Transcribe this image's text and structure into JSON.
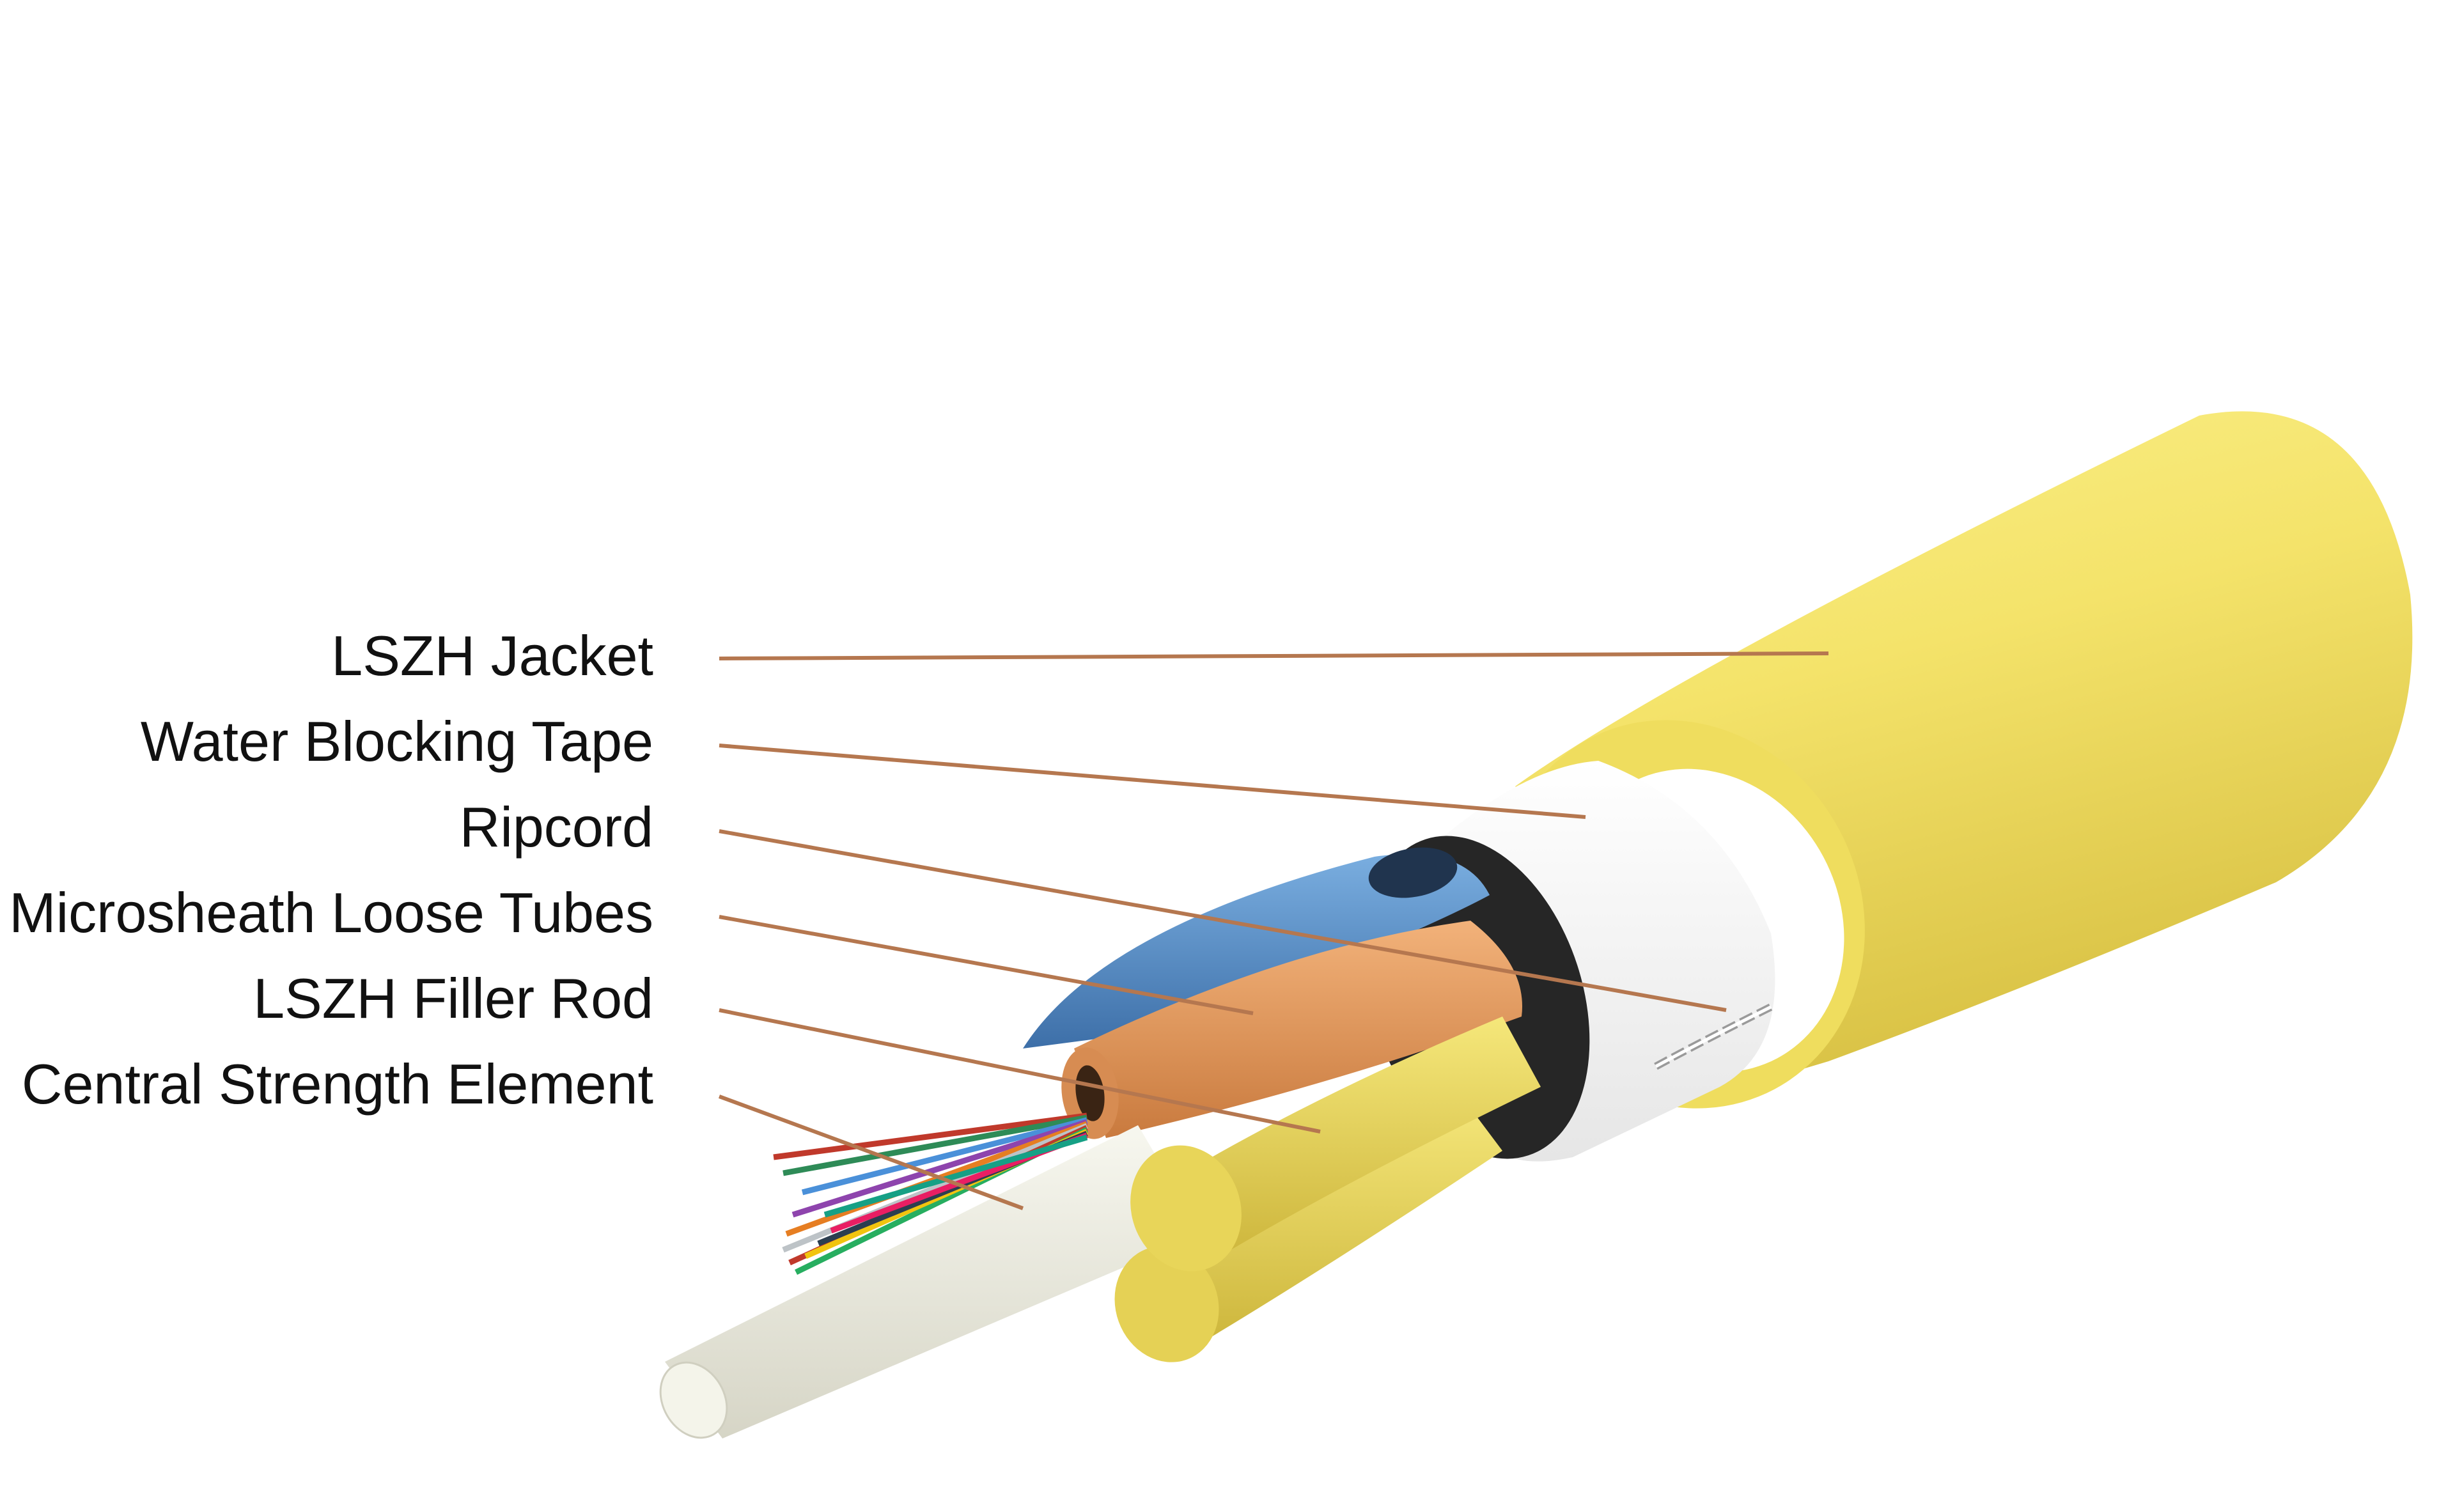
{
  "diagram": {
    "subject": "fiber optic cable cross-section cutaway",
    "leader_color": "#b5774f",
    "labels": [
      {
        "id": "lszh-jacket",
        "text": "LSZH Jacket"
      },
      {
        "id": "water-blocking-tape",
        "text": "Water Blocking Tape"
      },
      {
        "id": "ripcord",
        "text": "Ripcord"
      },
      {
        "id": "microsheath-loose-tubes",
        "text": "Microsheath Loose Tubes"
      },
      {
        "id": "lszh-filler-rod",
        "text": "LSZH Filler Rod"
      },
      {
        "id": "central-strength-element",
        "text": "Central Strength Element"
      }
    ],
    "colors": {
      "jacket": "#f4e36a",
      "tape": "#ffffff",
      "tube_blue": "#5b8fc6",
      "tube_orange": "#e39a5c",
      "filler_rod": "#ecd85a",
      "central_element": "#ecebe0"
    }
  }
}
